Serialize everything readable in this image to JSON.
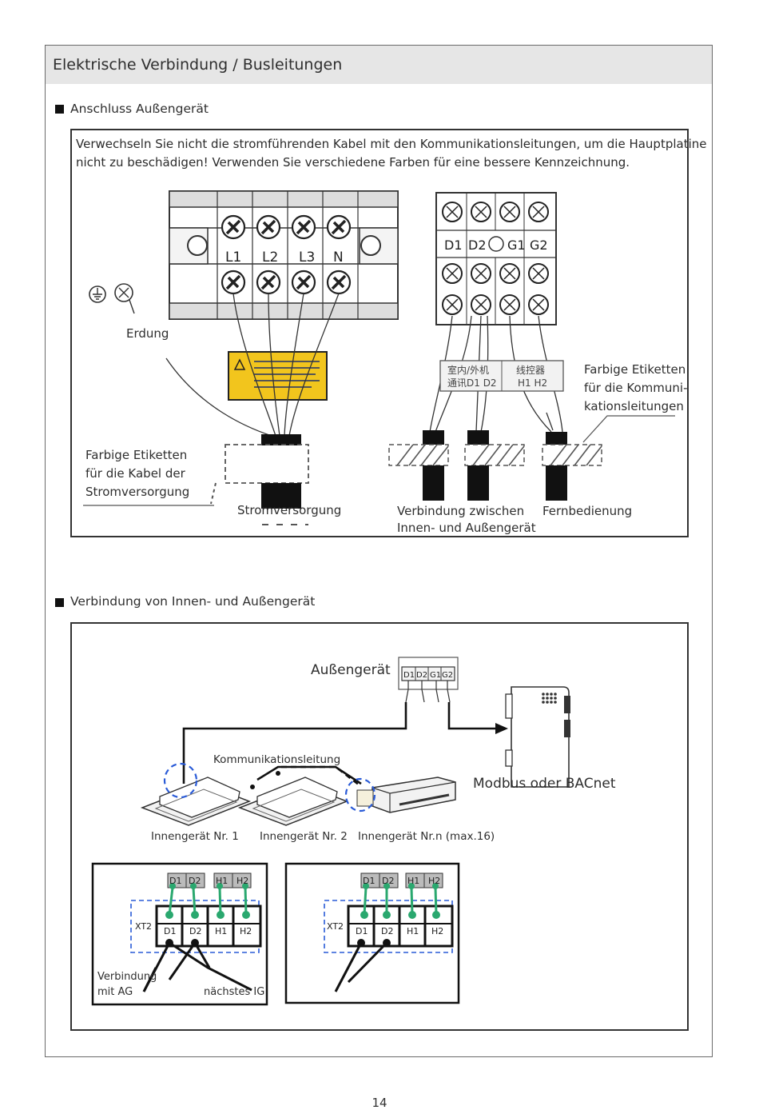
{
  "header": {
    "title": "Elektrische Verbindung / Busleitungen"
  },
  "section1": {
    "title": "Anschluss Außengerät",
    "warning_line1": "Verwechseln Sie nicht die stromführenden Kabel mit den Kommunikationsleitungen, um die Hauptplatine",
    "warning_line2": "nicht zu beschädigen! Verwenden Sie verschiedene Farben für eine bessere Kennzeichnung.",
    "terminal_power_labels": [
      "L1",
      "L2",
      "L3",
      "N"
    ],
    "terminal_bus_labels": [
      "D1",
      "D2",
      "G1",
      "G2"
    ],
    "earth_label": "Erdung",
    "color_labels_comm": [
      "Farbige Etiketten",
      "für die Kommuni-",
      "kationsleitungen"
    ],
    "color_labels_power": [
      "Farbige Etiketten",
      "für die Kabel der",
      "Stromversorgung"
    ],
    "power_supply": "Stromversorgung",
    "indoor_outdoor_connection": [
      "Verbindung zwischen",
      "Innen- und Außengerät"
    ],
    "remote_control": "Fernbedienung",
    "chinese_label_left": [
      "室内/外机",
      "通讯D1 D2"
    ],
    "chinese_label_right": [
      "线控器",
      "H1 H2"
    ]
  },
  "section2": {
    "title": "Verbindung von Innen- und Außengerät",
    "outdoor_unit": "Außengerät",
    "outdoor_terminals": [
      "D1",
      "D2",
      "G1",
      "G2"
    ],
    "communication_line": "Kommunikationsleitung",
    "gateway": "Modbus oder BACnet",
    "indoor_units": [
      "Innengerät Nr. 1",
      "Innengerät Nr. 2",
      "Innengerät Nr.n (max.16)"
    ],
    "terminal_top_labels": [
      "D1",
      "D2",
      "H1",
      "H2"
    ],
    "terminal_bottom_labels": [
      "D1",
      "D2",
      "H1",
      "H2"
    ],
    "terminal_block_name": "XT2",
    "connection_to_ag": [
      "Verbindung",
      "mit AG"
    ],
    "next_ig": "nächstes IG"
  },
  "page_number": "14",
  "colors": {
    "header_bg": "#e6e6e6",
    "wire_green": "#2aa86f",
    "loop_blue": "#2a5bd7",
    "warning_yellow": "#f2c51d"
  }
}
